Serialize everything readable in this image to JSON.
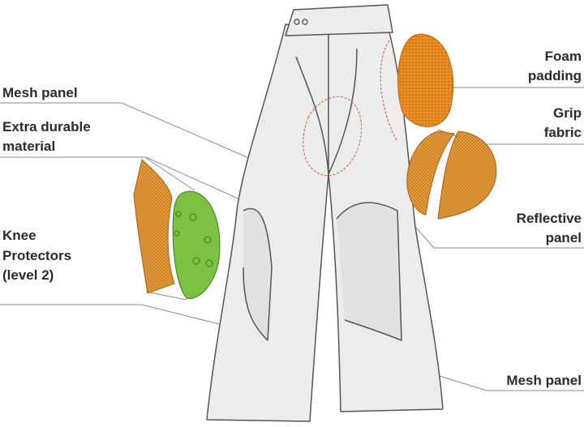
{
  "labels": {
    "mesh_panel_top": "Mesh panel",
    "extra_durable_line1": "Extra durable",
    "extra_durable_line2": "material",
    "knee_line1": "Knee",
    "knee_line2": "Protectors",
    "knee_line3": "(level 2)",
    "foam_line1": "Foam",
    "foam_line2": "padding",
    "grip_line1": "Grip",
    "grip_line2": "fabric",
    "reflective_line1": "Reflective",
    "reflective_line2": "panel",
    "mesh_panel_bottom": "Mesh panel"
  },
  "colors": {
    "foam": "#e98a1f",
    "grip": "#e39a3a",
    "knee": "#7cc242",
    "pants": "#ececec",
    "outline": "#555555",
    "leader": "#8a8a8a"
  }
}
